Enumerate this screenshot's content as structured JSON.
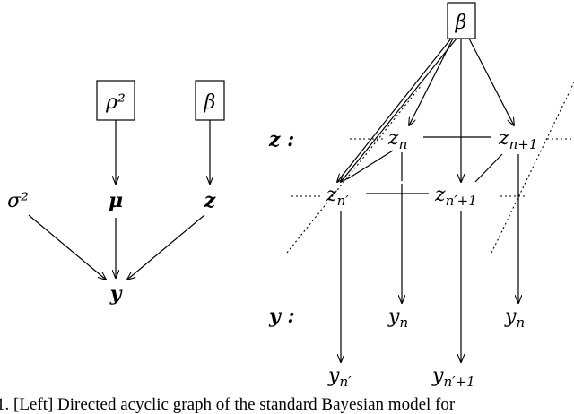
{
  "left_graph": {
    "node_rho2": "ρ²",
    "node_beta": "β",
    "node_sigma2": "σ²",
    "node_mu": "μ",
    "node_z": "z",
    "node_y": "y"
  },
  "right_graph": {
    "node_beta": "β",
    "row_label_z": "z :",
    "row_label_y": "y :",
    "nodes": {
      "z_n": "z_n",
      "z_n1": "z_{n+1}",
      "z_np": "z_{n′}",
      "z_np1": "z_{n′+1}",
      "y_n_a": "y_n",
      "y_n_b": "y_n",
      "y_np": "y_{n′}",
      "y_np1": "y_{n′+1}"
    }
  },
  "caption": "1.   [Left] Directed acyclic graph of the standard Bayesian model for"
}
